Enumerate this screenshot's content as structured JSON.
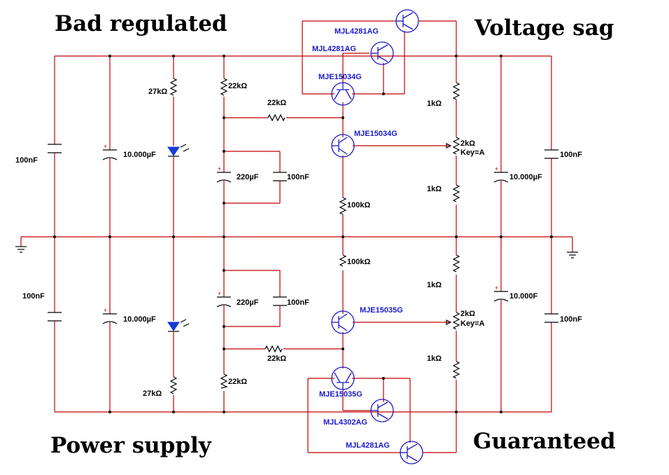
{
  "corner_text": {
    "top_left": "Bad regulated",
    "top_right": "Voltage sag",
    "bottom_left": "Power supply",
    "bottom_right": "Guaranteed"
  },
  "labels": {
    "c_100n_left_top": "100nF",
    "c_100n_left_bot": "100nF",
    "c_10000_top": "10.000µF",
    "c_10000_bot": "10.000µF",
    "r_27k_top": "27kΩ",
    "r_27k_bot": "27kΩ",
    "r_22k_top": "22kΩ",
    "r_22k_bot": "22kΩ",
    "r_22k_h_top": "22kΩ",
    "r_22k_h_bot": "22kΩ",
    "c_220_top": "220µF",
    "c_220_bot": "220µF",
    "c_100n_mid_top": "100nF",
    "c_100n_mid_bot": "100nF",
    "r_100k_top": "100kΩ",
    "r_100k_bot": "100kΩ",
    "r_1k_1": "1kΩ",
    "r_1k_2": "1kΩ",
    "r_1k_3": "1kΩ",
    "r_1k_4": "1kΩ",
    "pot_top_value": "2kΩ",
    "pot_top_key": "Key=A",
    "pot_bot_value": "2kΩ",
    "pot_bot_key": "Key=A",
    "c_right_10000_top": "10.000µF",
    "c_right_10000_bot": "10.000F",
    "c_right_100n_top": "100nF",
    "c_right_100n_bot": "100nF",
    "plus_sign": "+"
  },
  "transistors": {
    "q_top_1": "MJL4281AG",
    "q_top_2": "MJL4281AG",
    "q_top_3": "MJE15034G",
    "q_top_4": "MJE15034G",
    "q_bot_1": "MJE15035G",
    "q_bot_2": "MJE15035G",
    "q_bot_3": "MJL4302AG",
    "q_bot_4": "MJL4281AG"
  },
  "colors": {
    "wire": "#c00000",
    "transistor": "#1a1acc",
    "led": "#1a3ad6",
    "component": "#000000"
  }
}
